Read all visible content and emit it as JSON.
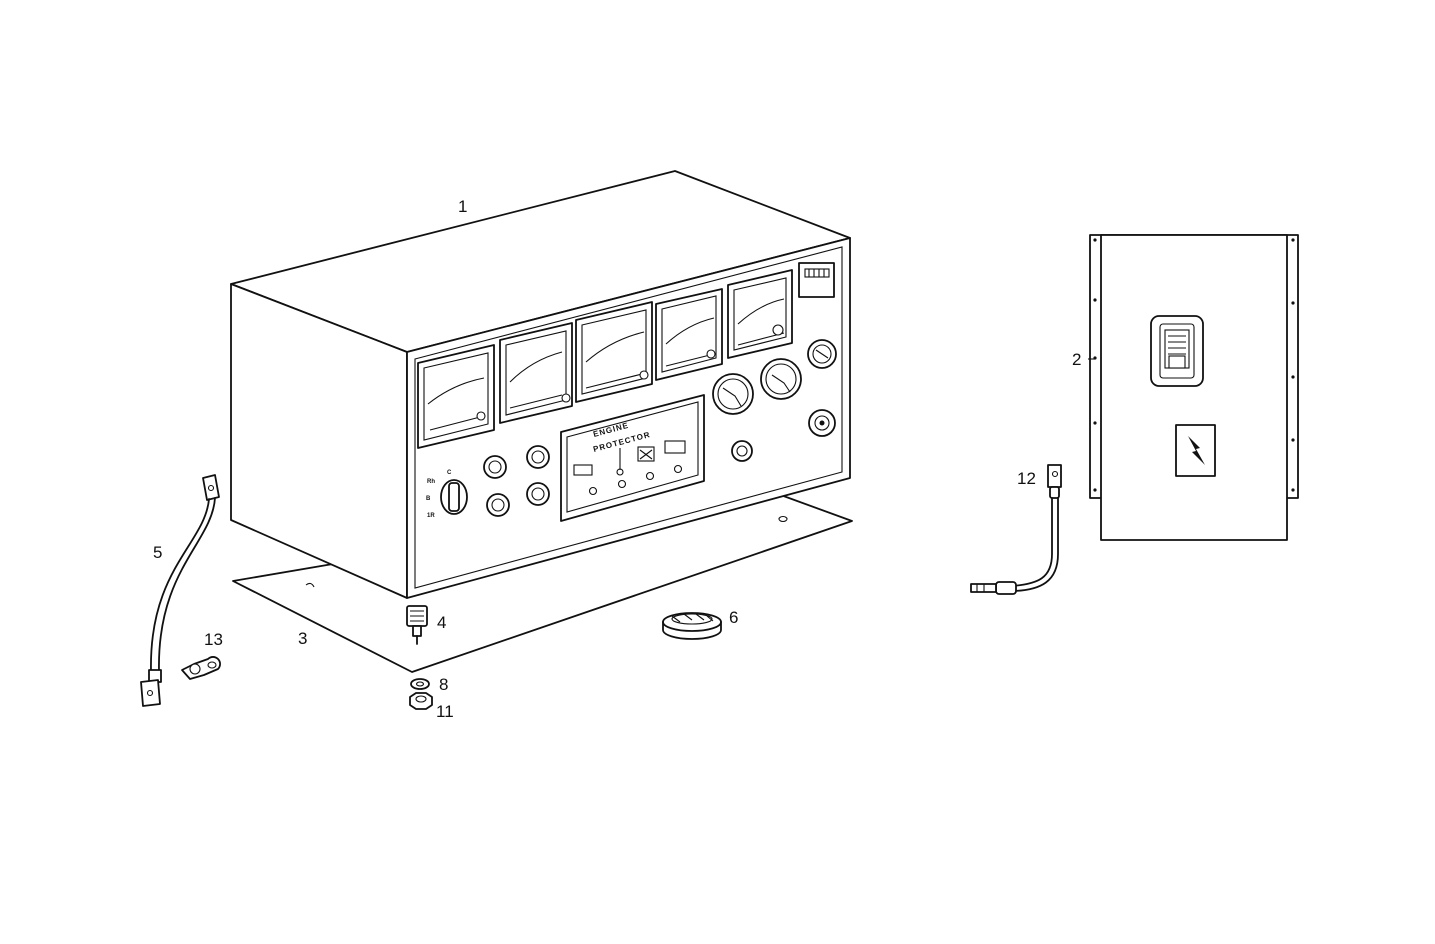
{
  "callouts": {
    "c1": "1",
    "c2": "2",
    "c3": "3",
    "c4": "4",
    "c5": "5",
    "c6": "6",
    "c8": "8",
    "c11": "11",
    "c12": "12",
    "c13": "13"
  },
  "panel": {
    "protector_line1": "ENGINE",
    "protector_line2": "PROTECTOR",
    "selector_c": "C",
    "selector_rh": "Rh",
    "selector_b": "B",
    "selector_tr": "1R"
  },
  "colors": {
    "ink": "#111111",
    "paper": "#ffffff"
  }
}
